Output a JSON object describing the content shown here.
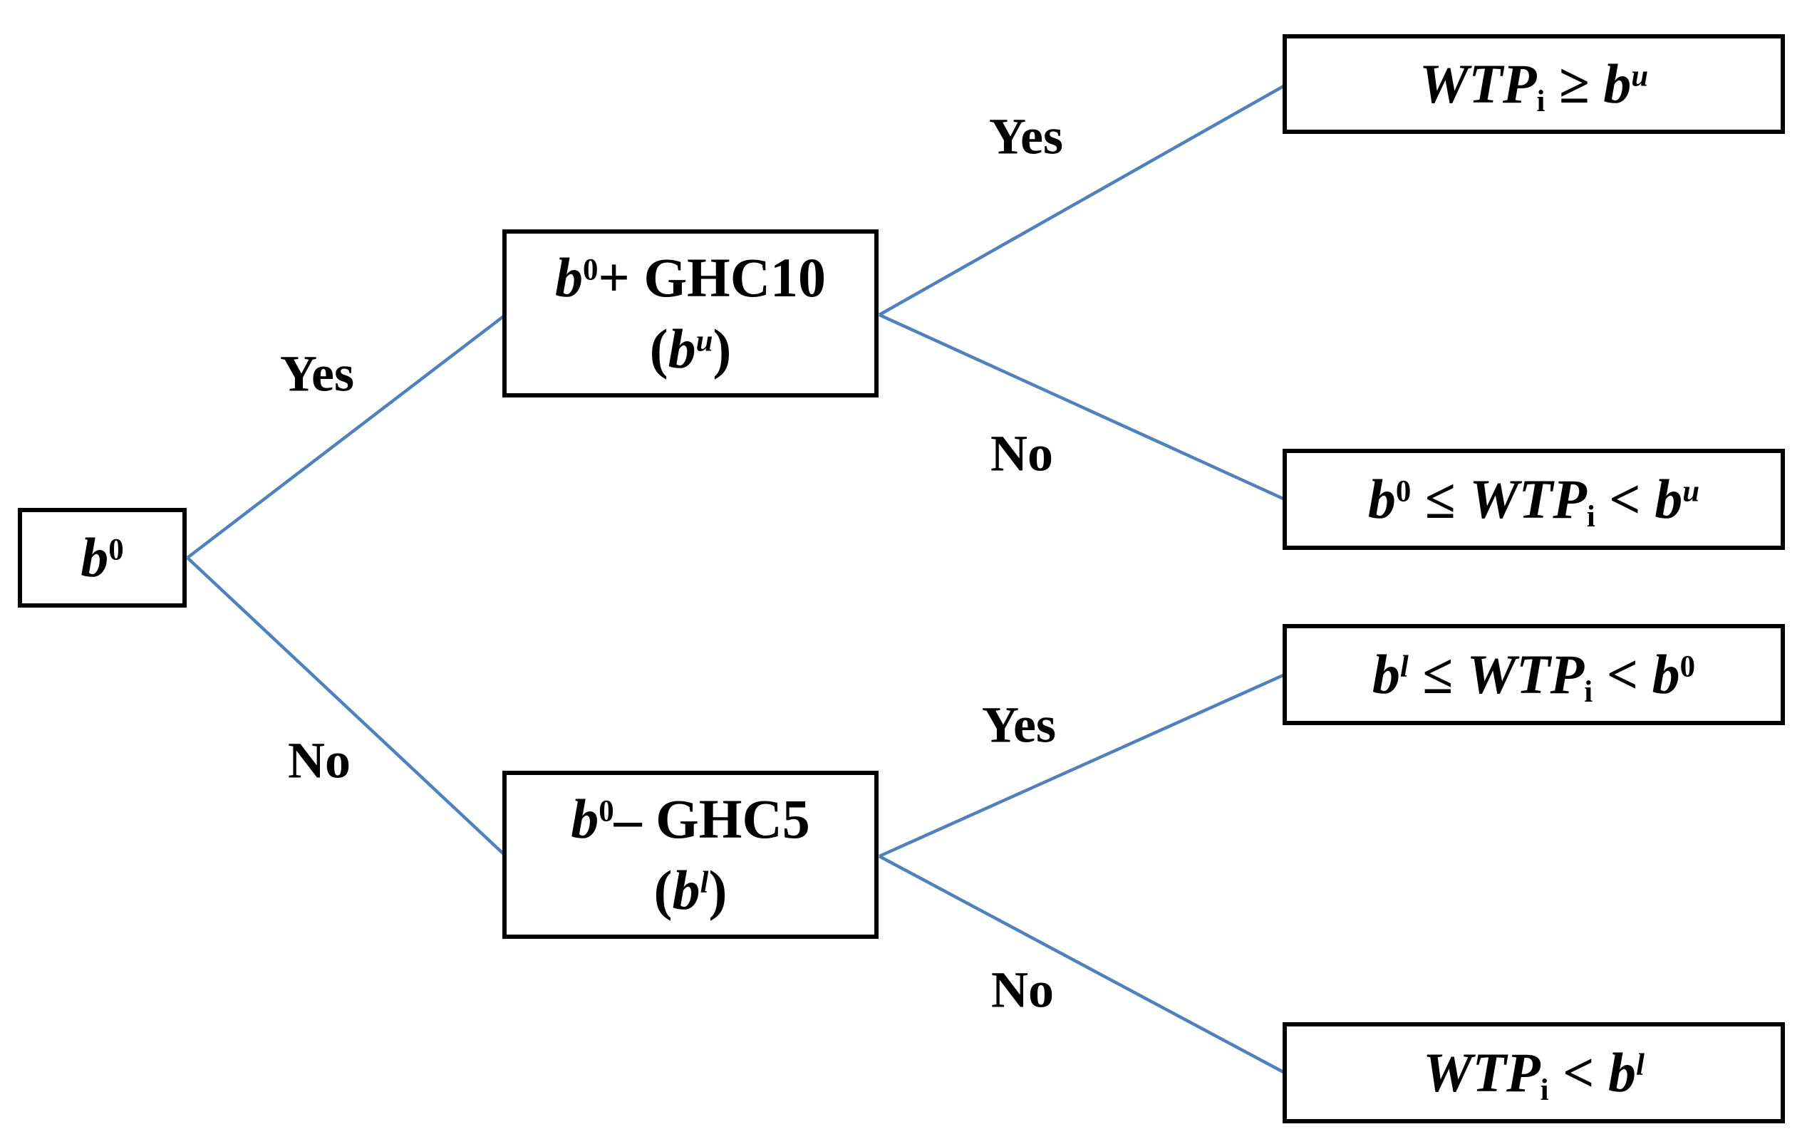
{
  "diagram": {
    "type": "decision-tree",
    "description": "Double-bounded dichotomous choice bidding tree",
    "colors": {
      "edge_line": "#4f81bd",
      "box_border": "#000000",
      "box_fill": "#ffffff",
      "text": "#000000",
      "background": "#ffffff"
    },
    "nodes": {
      "root": {
        "text": "b⁰",
        "lines": [
          [
            {
              "t": "b",
              "s": "bi"
            },
            {
              "t": "0",
              "s": "sup"
            }
          ]
        ]
      },
      "upper": {
        "text": "b⁰ + GHC10 (bᵘ)",
        "lines": [
          [
            {
              "t": "b",
              "s": "bi"
            },
            {
              "t": "0",
              "s": "sup"
            },
            {
              "t": "+ ",
              "s": "b"
            },
            {
              "t": "GHC10",
              "s": "b"
            }
          ],
          [
            {
              "t": "(",
              "s": "b"
            },
            {
              "t": "b",
              "s": "bi"
            },
            {
              "t": "u",
              "s": "supi"
            },
            {
              "t": ")",
              "s": "b"
            }
          ]
        ]
      },
      "lower": {
        "text": "b⁰ – GHC5 (bˡ)",
        "lines": [
          [
            {
              "t": "b",
              "s": "bi"
            },
            {
              "t": "0",
              "s": "sup"
            },
            {
              "t": "– ",
              "s": "b"
            },
            {
              "t": "GHC5",
              "s": "b"
            }
          ],
          [
            {
              "t": "(",
              "s": "b"
            },
            {
              "t": "b",
              "s": "bi"
            },
            {
              "t": "l",
              "s": "supi"
            },
            {
              "t": ")",
              "s": "b"
            }
          ]
        ]
      },
      "outcome1": {
        "text": "WTPᵢ ≥ bᵘ",
        "lines": [
          [
            {
              "t": "WTP",
              "s": "bi"
            },
            {
              "t": "i",
              "s": "sub"
            },
            {
              "t": " ≥ ",
              "s": "b"
            },
            {
              "t": "b",
              "s": "bi"
            },
            {
              "t": "u",
              "s": "supi"
            }
          ]
        ]
      },
      "outcome2": {
        "text": "b⁰ ≤ WTPᵢ < bᵘ",
        "lines": [
          [
            {
              "t": "b",
              "s": "bi"
            },
            {
              "t": "0",
              "s": "sup"
            },
            {
              "t": " ≤ ",
              "s": "b"
            },
            {
              "t": "WTP",
              "s": "bi"
            },
            {
              "t": "i",
              "s": "sub"
            },
            {
              "t": " < ",
              "s": "b"
            },
            {
              "t": "b",
              "s": "bi"
            },
            {
              "t": "u",
              "s": "supi"
            }
          ]
        ]
      },
      "outcome3": {
        "text": "bˡ ≤ WTPᵢ < b⁰",
        "lines": [
          [
            {
              "t": "b",
              "s": "bi"
            },
            {
              "t": "l",
              "s": "supi"
            },
            {
              "t": " ≤ ",
              "s": "b"
            },
            {
              "t": "WTP",
              "s": "bi"
            },
            {
              "t": "i",
              "s": "sub"
            },
            {
              "t": " < ",
              "s": "b"
            },
            {
              "t": "b",
              "s": "bi"
            },
            {
              "t": "0",
              "s": "sup"
            }
          ]
        ]
      },
      "outcome4": {
        "text": "WTPᵢ < bˡ",
        "lines": [
          [
            {
              "t": "WTP",
              "s": "bi"
            },
            {
              "t": "i",
              "s": "sub"
            },
            {
              "t": " < ",
              "s": "b"
            },
            {
              "t": "b",
              "s": "bi"
            },
            {
              "t": "l",
              "s": "supi"
            }
          ]
        ]
      }
    },
    "edges": [
      {
        "from": "root",
        "to": "upper",
        "label": "Yes"
      },
      {
        "from": "root",
        "to": "lower",
        "label": "No"
      },
      {
        "from": "upper",
        "to": "outcome1",
        "label": "Yes"
      },
      {
        "from": "upper",
        "to": "outcome2",
        "label": "No"
      },
      {
        "from": "lower",
        "to": "outcome3",
        "label": "Yes"
      },
      {
        "from": "lower",
        "to": "outcome4",
        "label": "No"
      }
    ]
  }
}
